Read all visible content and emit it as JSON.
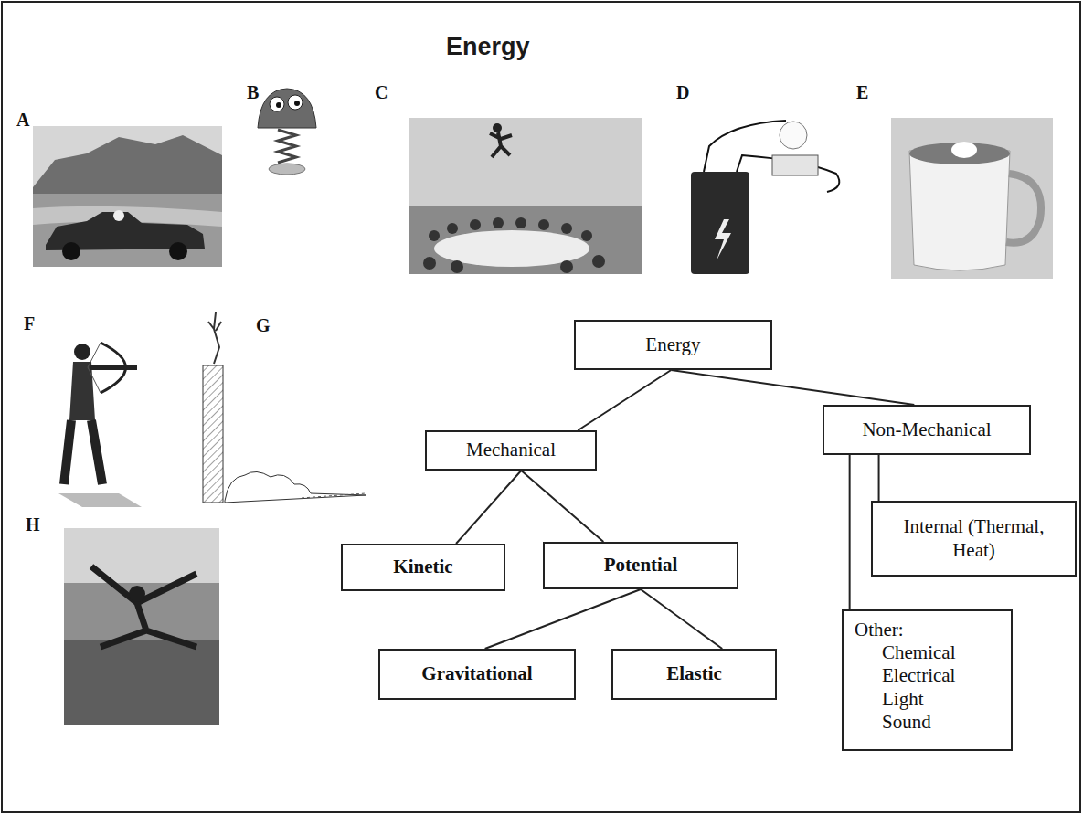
{
  "diagram": {
    "title": "Energy",
    "nodes": [
      {
        "text": [
          "Energy"
        ]
      },
      {
        "text": [
          "Mechanical"
        ]
      },
      {
        "text": [
          "Non-Mechanical"
        ]
      },
      {
        "text": [
          "Internal (Thermal, Heat)"
        ]
      },
      {
        "text": [
          "Kinetic"
        ]
      },
      {
        "text": [
          "Potential"
        ]
      },
      {
        "text": [
          "Other:",
          "Chemical",
          "Electrical",
          "Light",
          "Sound"
        ]
      },
      {
        "text": [
          "Gravitational"
        ]
      },
      {
        "text": [
          "Elastic"
        ]
      }
    ],
    "edges": [
      {
        "from": 0,
        "to": 1,
        "arrow": "none"
      },
      {
        "from": 0,
        "to": 2,
        "arrow": "none"
      },
      {
        "from": 1,
        "to": 4,
        "arrow": "none"
      },
      {
        "from": 1,
        "to": 5,
        "arrow": "none"
      },
      {
        "from": 5,
        "to": 7,
        "arrow": "none"
      },
      {
        "from": 5,
        "to": 8,
        "arrow": "none"
      },
      {
        "from": 2,
        "to": 6,
        "arrow": "none"
      },
      {
        "from": 2,
        "to": 3,
        "arrow": "none"
      }
    ],
    "labels": [
      "A",
      "B",
      "C",
      "D",
      "E",
      "F",
      "G",
      "H"
    ]
  }
}
